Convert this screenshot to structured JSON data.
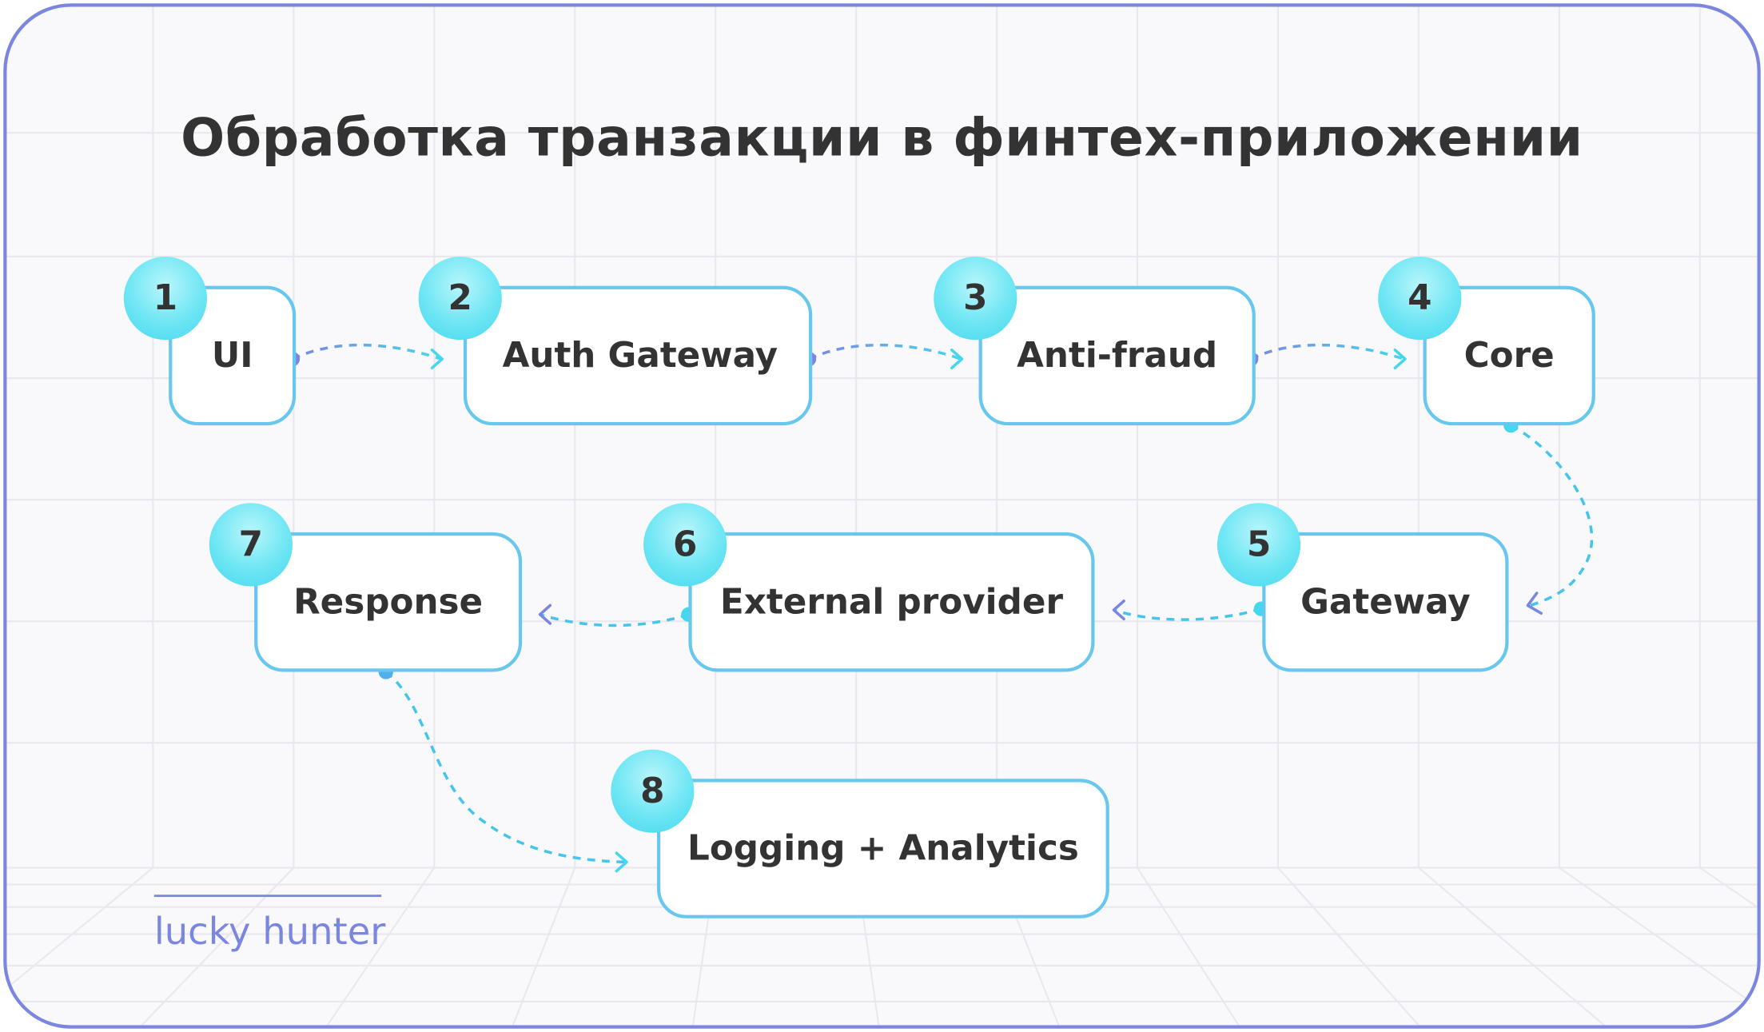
{
  "title": "Обработка транзакции в финтех-приложении",
  "steps": [
    {
      "number": "1",
      "label": "UI"
    },
    {
      "number": "2",
      "label": "Auth Gateway"
    },
    {
      "number": "3",
      "label": "Anti-fraud"
    },
    {
      "number": "4",
      "label": "Core"
    },
    {
      "number": "5",
      "label": "Gateway"
    },
    {
      "number": "6",
      "label": "External provider"
    },
    {
      "number": "7",
      "label": "Response"
    },
    {
      "number": "8",
      "label": "Logging + Analytics"
    }
  ],
  "flow": [
    [
      "1",
      "2"
    ],
    [
      "2",
      "3"
    ],
    [
      "3",
      "4"
    ],
    [
      "4",
      "5"
    ],
    [
      "5",
      "6"
    ],
    [
      "6",
      "7"
    ],
    [
      "7",
      "8"
    ]
  ],
  "logo": "lucky hunter",
  "colors": {
    "accent": "#7b86e0",
    "cyan": "#45d7ee",
    "border": "#68c7ee",
    "text": "#333333"
  }
}
